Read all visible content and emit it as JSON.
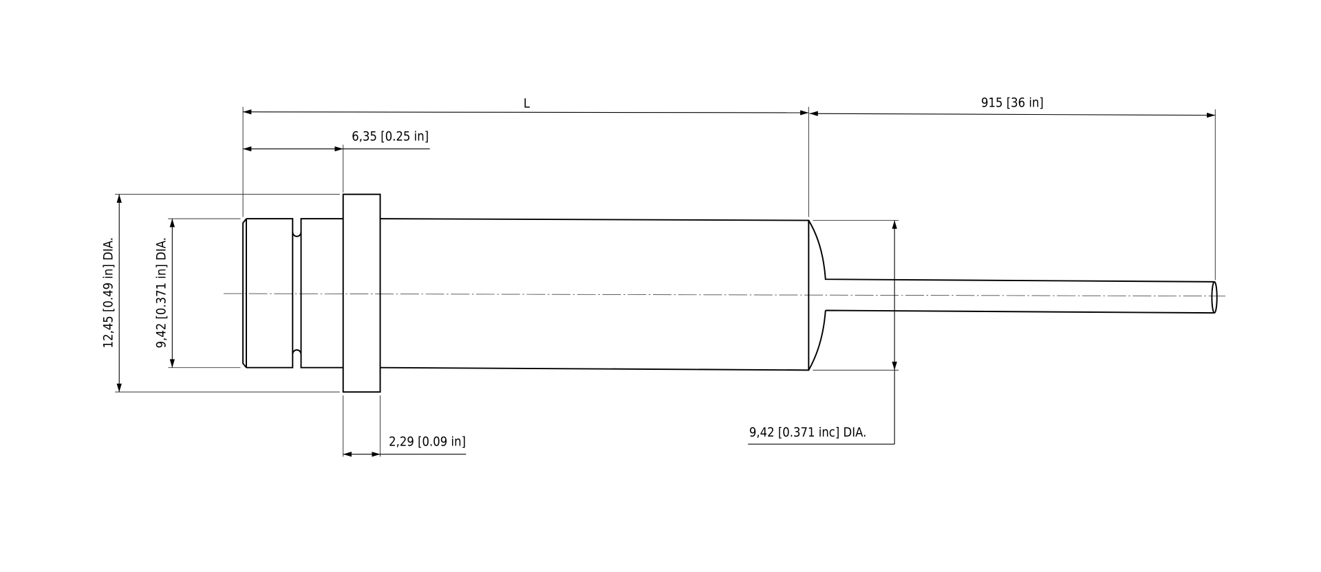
{
  "drawing": {
    "dimensions": {
      "length": "L",
      "cable_length": "915 [36 in]",
      "groove_length": "6,35 [0.25 in]",
      "flange_diameter": "12,45 [0.49 in] DIA.",
      "body_diameter_left": "9,42 [0.371 in] DIA.",
      "flange_thickness": "2,29 [0.09 in]",
      "body_diameter_right": "9,42 [0.371 inc] DIA."
    }
  }
}
